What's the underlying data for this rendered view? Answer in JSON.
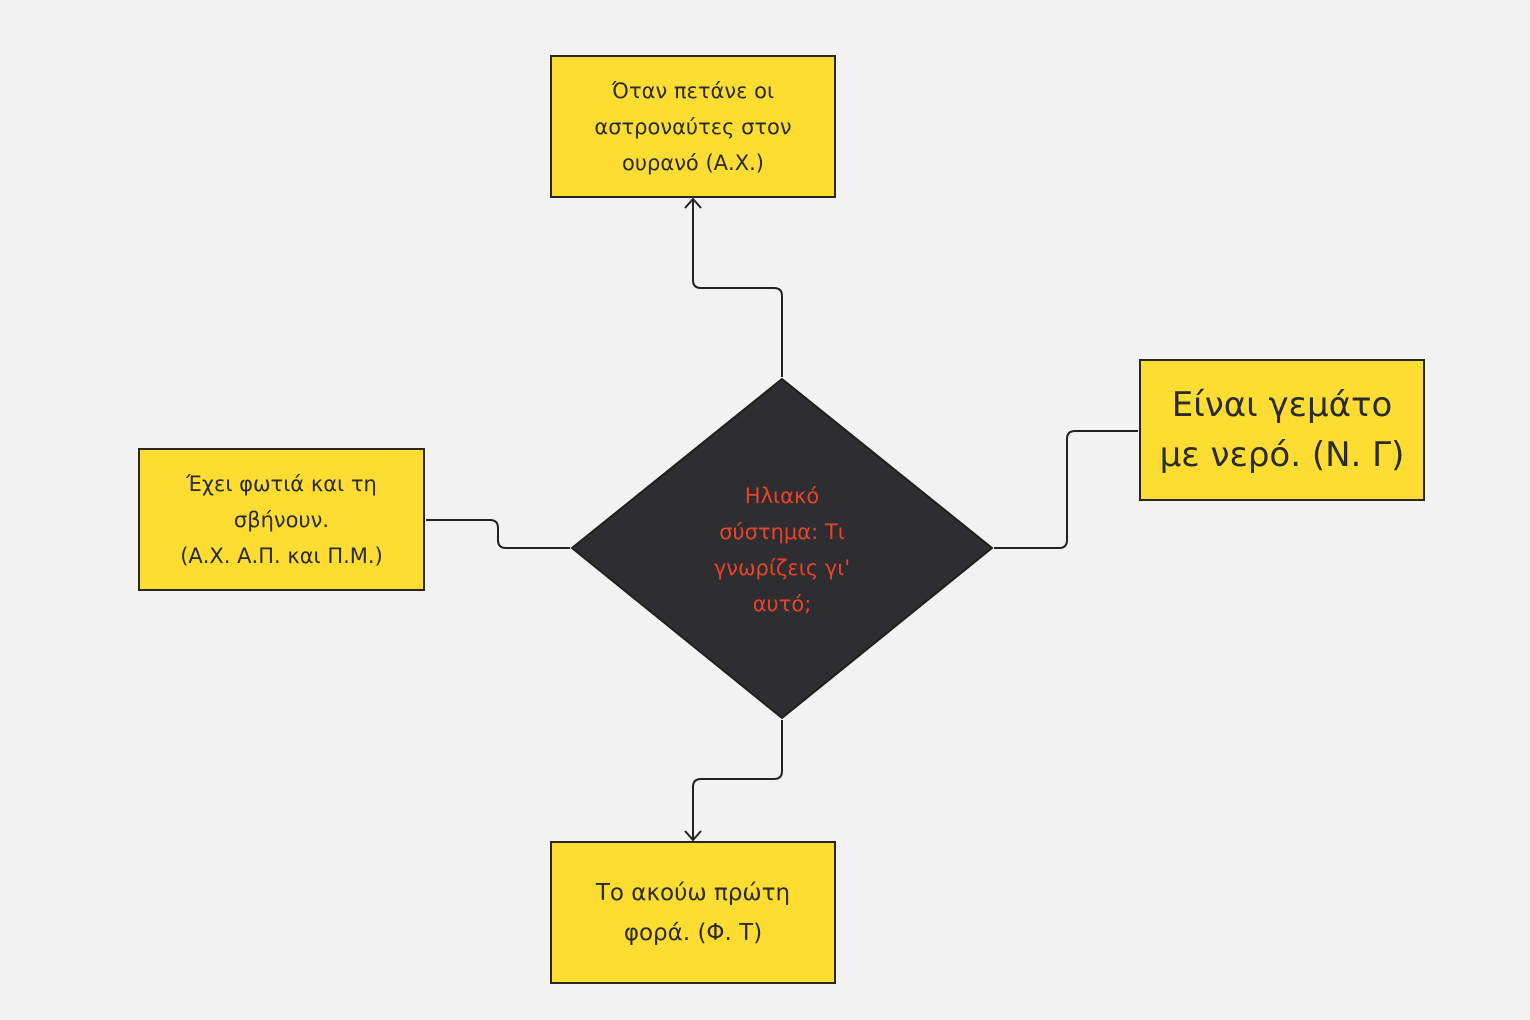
{
  "colors": {
    "background": "#f2f2f2",
    "box_fill": "#fedd33",
    "diamond_fill": "#2d2d32",
    "diamond_text": "#ea4426",
    "text": "#2b2b2b"
  },
  "center": {
    "text": "Ηλιακό\nσύστημα: Τι\nγνωρίζεις γι'\nαυτό;"
  },
  "nodes": {
    "top": "Όταν πετάνε οι\nαστροναύτες στον\nουρανό (Α.Χ.)",
    "left": "Έχει φωτιά και τη\nσβήνουν.\n(Α.Χ. Α.Π. και Π.Μ.)",
    "right": "Είναι γεμάτο\nμε νερό. (Ν. Γ)",
    "bottom": "Το ακούω πρώτη\nφορά. (Φ. Τ)"
  }
}
